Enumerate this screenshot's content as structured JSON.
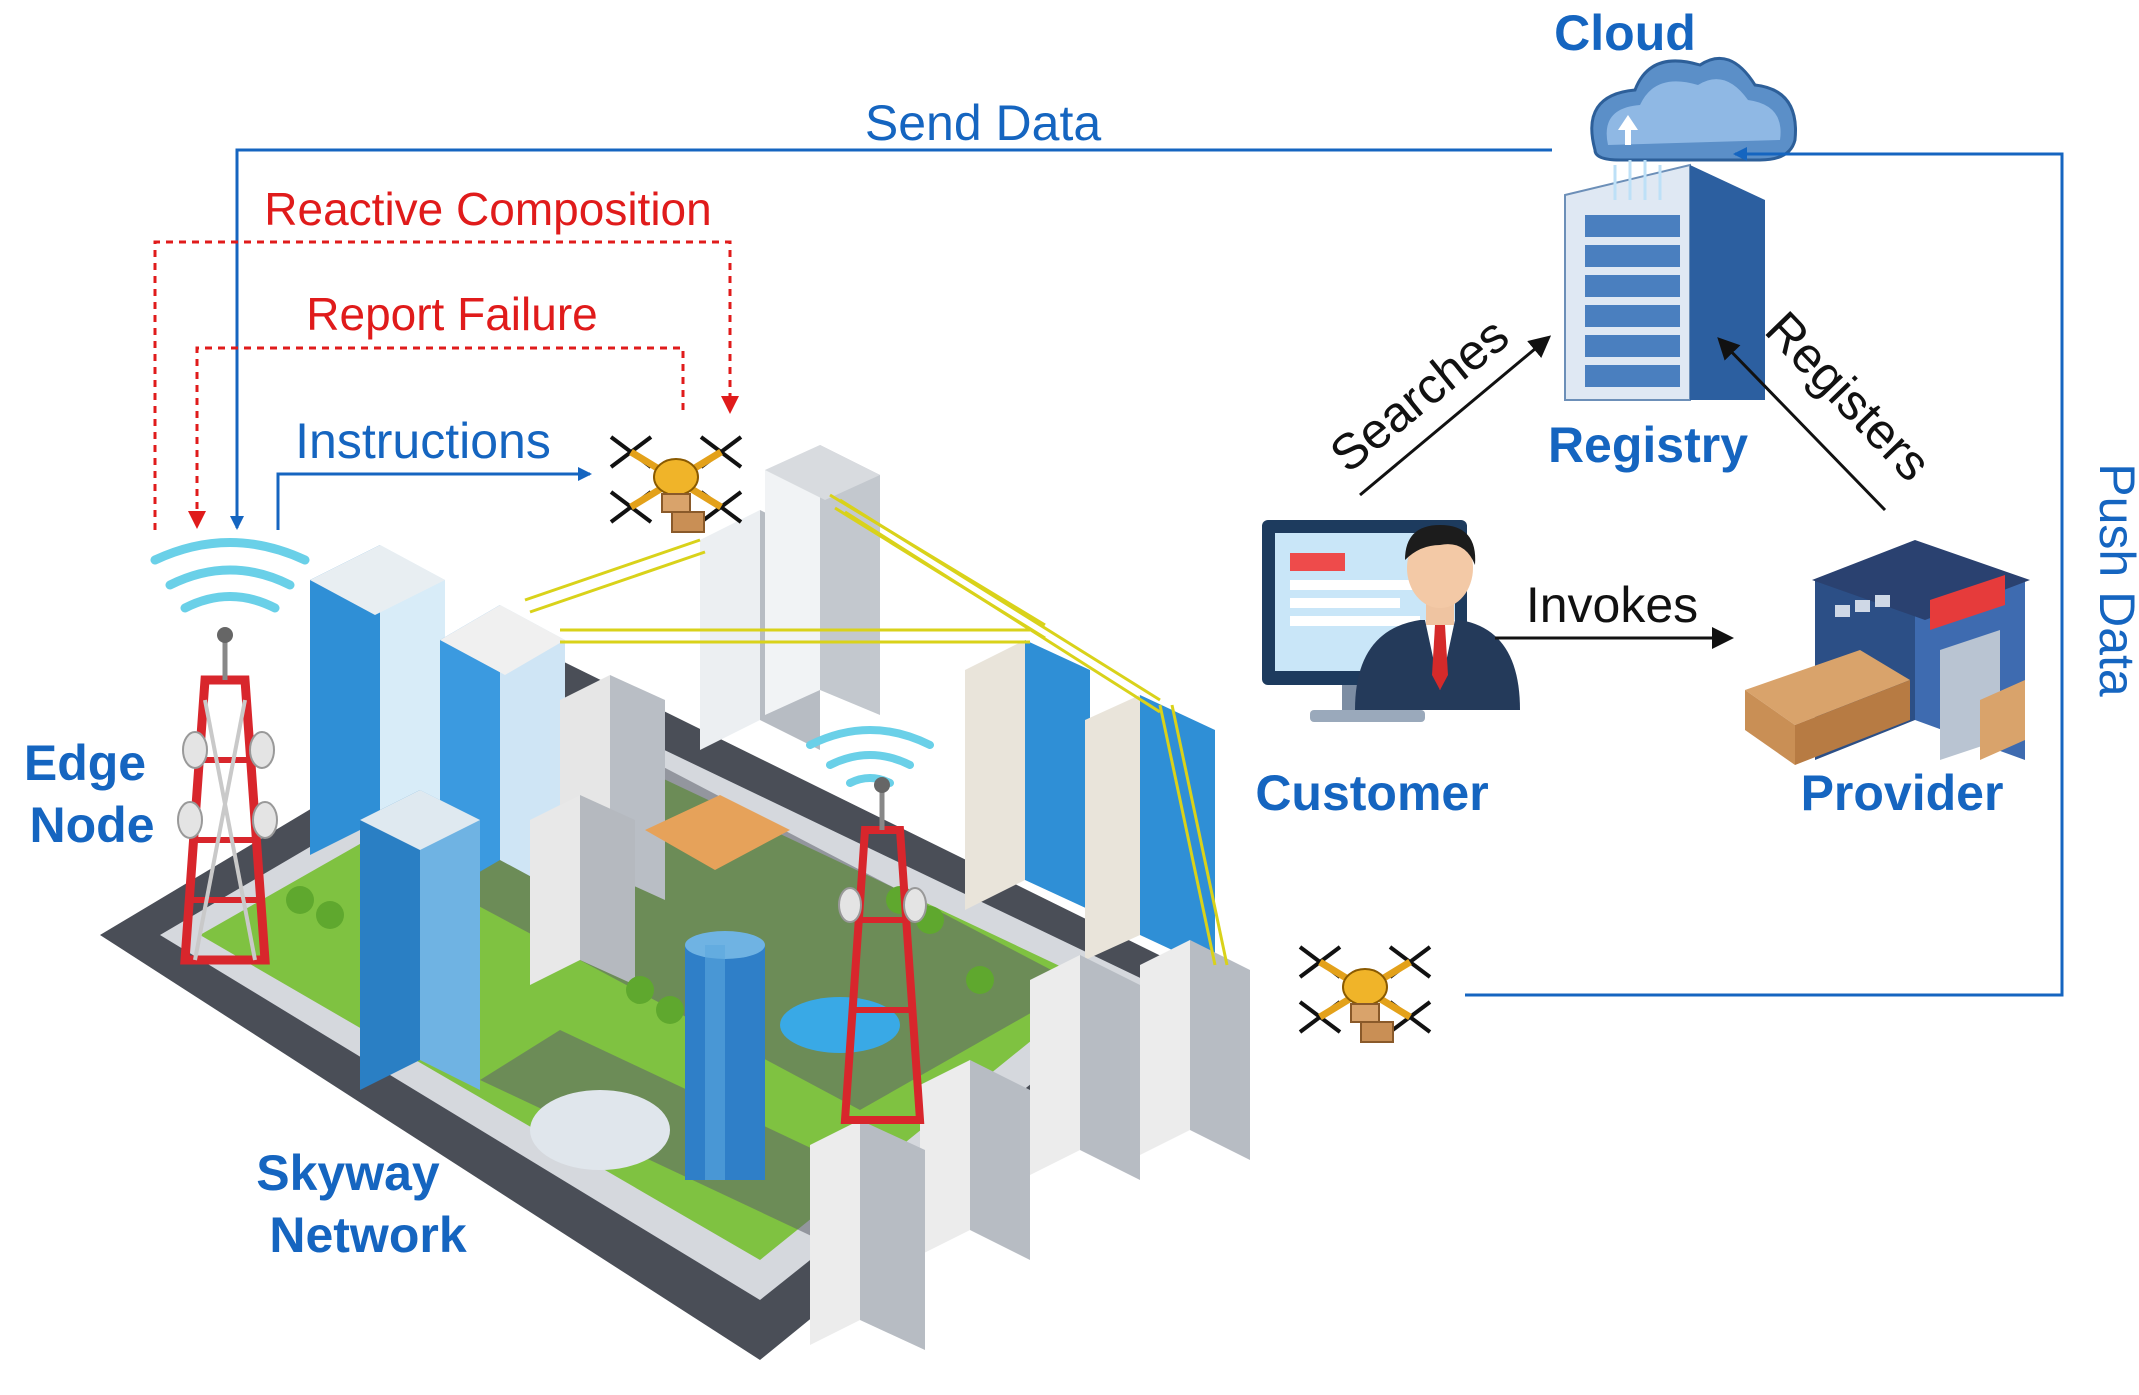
{
  "colors": {
    "flow_blue": "#1565c0",
    "failure_red": "#e01b1b",
    "service_black": "#111111",
    "building_blue": "#2f8fd6",
    "grass": "#7fc241",
    "road": "#4a4e57",
    "tower_red": "#d8262c",
    "skyway_yellow": "#d9d21a"
  },
  "nodes": {
    "cloud": "Cloud",
    "registry": "Registry",
    "customer": "Customer",
    "provider": "Provider",
    "edge_node_line1": "Edge",
    "edge_node_line2": "Node",
    "skyway_line1": "Skyway",
    "skyway_line2": "Network"
  },
  "edges": {
    "send_data": "Send Data",
    "reactive_composition": "Reactive Composition",
    "report_failure": "Report Failure",
    "instructions": "Instructions",
    "searches": "Searches",
    "registers": "Registers",
    "invokes": "Invokes",
    "push_data": "Push Data"
  },
  "icons": {
    "cloud": "cloud-upload-icon",
    "server": "server-rack-icon",
    "customer": "businessman-computer-icon",
    "provider": "warehouse-icon",
    "drone": "delivery-drone-icon",
    "wifi": "wifi-signal-icon",
    "tower": "cell-tower-icon",
    "city": "isometric-city-icon"
  }
}
